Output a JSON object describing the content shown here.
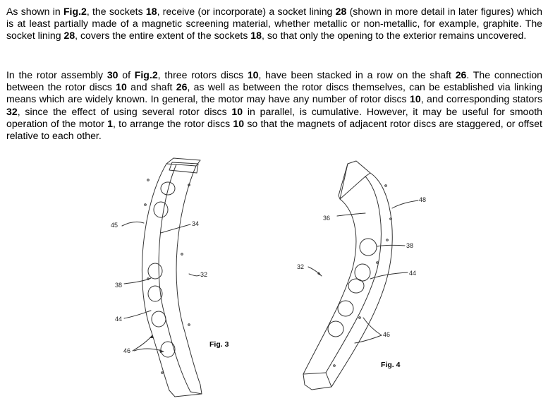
{
  "paragraphs": [
    {
      "segments": [
        {
          "t": "As shown in ",
          "b": false
        },
        {
          "t": "Fig.2",
          "b": true
        },
        {
          "t": ", the sockets ",
          "b": false
        },
        {
          "t": "18",
          "b": true
        },
        {
          "t": ", receive (or incorporate) a socket lining ",
          "b": false
        },
        {
          "t": "28",
          "b": true
        },
        {
          "t": " (shown in more detail in later figures) which is at least partially made of a magnetic screening material, whether metallic or non-metallic, for example, graphite.  The socket lining ",
          "b": false
        },
        {
          "t": "28",
          "b": true
        },
        {
          "t": ", covers the entire extent of the sockets ",
          "b": false
        },
        {
          "t": "18",
          "b": true
        },
        {
          "t": ", so that only the opening to the exterior remains uncovered.",
          "b": false
        }
      ]
    },
    {
      "segments": [
        {
          "t": "In the rotor assembly ",
          "b": false
        },
        {
          "t": "30",
          "b": true
        },
        {
          "t": " of ",
          "b": false
        },
        {
          "t": "Fig.2",
          "b": true
        },
        {
          "t": ", three rotors discs ",
          "b": false
        },
        {
          "t": "10",
          "b": true
        },
        {
          "t": ", have been stacked in a row on the shaft ",
          "b": false
        },
        {
          "t": "26",
          "b": true
        },
        {
          "t": ".  The connection between the rotor discs ",
          "b": false
        },
        {
          "t": "10",
          "b": true
        },
        {
          "t": " and shaft ",
          "b": false
        },
        {
          "t": "26",
          "b": true
        },
        {
          "t": ", as well as between the rotor discs themselves, can be established via linking means which are widely known.  In general, the motor may have any number of rotor discs ",
          "b": false
        },
        {
          "t": "10",
          "b": true
        },
        {
          "t": ", and corresponding stators ",
          "b": false
        },
        {
          "t": "32",
          "b": true
        },
        {
          "t": ", since the effect of using several rotor discs ",
          "b": false
        },
        {
          "t": "10",
          "b": true
        },
        {
          "t": " in parallel, is cumulative.  However, it may be useful for smooth operation of the motor ",
          "b": false
        },
        {
          "t": "1",
          "b": true
        },
        {
          "t": ", to arrange the rotor discs ",
          "b": false
        },
        {
          "t": "10",
          "b": true
        },
        {
          "t": " so that the magnets of adjacent rotor discs are staggered, or offset relative to each other.",
          "b": false
        }
      ]
    }
  ],
  "figure3": {
    "caption": "Fig. 3",
    "labels": {
      "l45": "45",
      "l34": "34",
      "l32": "32",
      "l38": "38",
      "l44": "44",
      "l46": "46"
    }
  },
  "figure4": {
    "caption": "Fig. 4",
    "labels": {
      "l36": "36",
      "l48": "48",
      "l38": "38",
      "l32": "32",
      "l44": "44",
      "l46": "46"
    }
  }
}
